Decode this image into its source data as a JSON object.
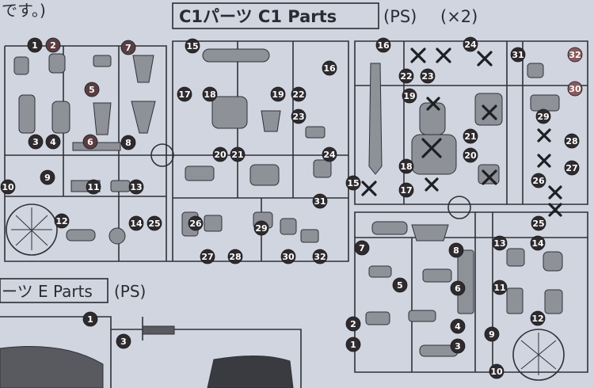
{
  "header": {
    "prefix_fragment": "です。)",
    "section_label": "C1パーツ C1 Parts",
    "qualifier": "(PS)",
    "count": "(×2)"
  },
  "lower_header": {
    "label": "ーツ E Parts",
    "qualifier": "(PS)"
  },
  "colors": {
    "paper": "#d0d5df",
    "ink": "#2a2c33",
    "bubble_dark": "#2e2a2e",
    "bubble_light": "#5a3e42",
    "bubble_pink": "#8a5a5e"
  },
  "markers": [
    {
      "label": "1"
    },
    {
      "label": "2"
    },
    {
      "label": "3"
    },
    {
      "label": "4"
    },
    {
      "label": "5"
    },
    {
      "label": "6"
    },
    {
      "label": "7"
    },
    {
      "label": "8"
    },
    {
      "label": "9"
    },
    {
      "label": "10"
    },
    {
      "label": "11"
    },
    {
      "label": "12"
    },
    {
      "label": "13"
    },
    {
      "label": "14"
    },
    {
      "label": "15"
    },
    {
      "label": "16"
    },
    {
      "label": "17"
    },
    {
      "label": "18"
    },
    {
      "label": "19"
    },
    {
      "label": "20"
    },
    {
      "label": "21"
    },
    {
      "label": "22"
    },
    {
      "label": "23"
    },
    {
      "label": "24"
    },
    {
      "label": "25"
    },
    {
      "label": "26"
    },
    {
      "label": "27"
    },
    {
      "label": "28"
    },
    {
      "label": "29"
    },
    {
      "label": "30"
    },
    {
      "label": "31"
    },
    {
      "label": "32"
    },
    {
      "label": "16"
    },
    {
      "label": "24"
    },
    {
      "label": "22"
    },
    {
      "label": "23"
    },
    {
      "label": "19"
    },
    {
      "label": "31"
    },
    {
      "label": "32"
    },
    {
      "label": "30"
    },
    {
      "label": "29"
    },
    {
      "label": "28"
    },
    {
      "label": "21"
    },
    {
      "label": "20"
    },
    {
      "label": "27"
    },
    {
      "label": "26"
    },
    {
      "label": "15"
    },
    {
      "label": "18"
    },
    {
      "label": "17"
    },
    {
      "label": "25"
    },
    {
      "label": "7"
    },
    {
      "label": "8"
    },
    {
      "label": "13"
    },
    {
      "label": "14"
    },
    {
      "label": "5"
    },
    {
      "label": "6"
    },
    {
      "label": "11"
    },
    {
      "label": "2"
    },
    {
      "label": "4"
    },
    {
      "label": "9"
    },
    {
      "label": "12"
    },
    {
      "label": "1"
    },
    {
      "label": "3"
    },
    {
      "label": "10"
    },
    {
      "label": "1"
    },
    {
      "label": "3"
    }
  ]
}
